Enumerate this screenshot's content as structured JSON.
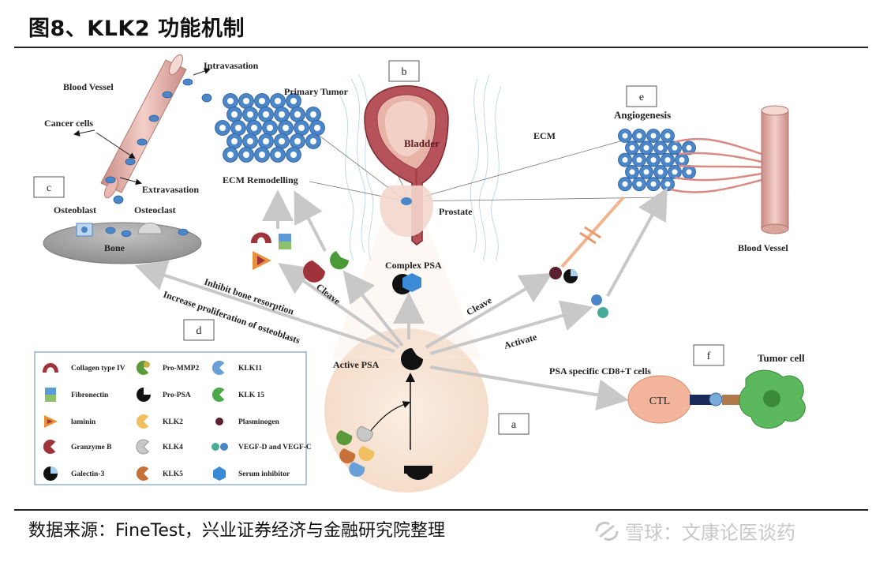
{
  "header": {
    "title": "图8、KLK2 功能机制"
  },
  "footer": {
    "source": "数据来源：FineTest，兴业证券经济与金融研究院整理"
  },
  "watermark": {
    "text": "雪球：文康论医谈药"
  },
  "diagram": {
    "panels": {
      "a": "a",
      "b": "b",
      "c": "c",
      "d": "d",
      "e": "e",
      "f": "f"
    },
    "labels": {
      "blood_vessel_left": "Blood Vessel",
      "intravasation": "Intravasation",
      "cancer_cells": "Cancer cells",
      "extravasation": "Extravasation",
      "primary_tumor": "Primary Tumor",
      "ecm_remodelling": "ECM Remodelling",
      "osteoblast": "Osteoblast",
      "osteoclast": "Osteoclast",
      "bone": "Bone",
      "bladder": "Bladder",
      "prostate": "Prostate",
      "ecm": "ECM",
      "angiogenesis": "Angiogenesis",
      "blood_vessel_right": "Blood Vessel",
      "complex_psa": "Complex PSA",
      "active_psa": "Active PSA",
      "cleave_left": "Cleave",
      "cleave_right": "Cleave",
      "activate": "Activate",
      "inhibit_bone": "Inhibit bone resorption",
      "increase_prolif": "Increase proliferation of osteoblasts",
      "psa_cd8": "PSA specific CD8+T cells",
      "ctl": "CTL",
      "tumor_cell": "Tumor cell"
    },
    "legend": [
      {
        "label": "Collagen type IV",
        "icon": "collagen-icon"
      },
      {
        "label": "Pro-MMP2",
        "icon": "pro-mmp2-icon"
      },
      {
        "label": "KLK11",
        "icon": "klk11-icon"
      },
      {
        "label": "Fibronectin",
        "icon": "fibronectin-icon"
      },
      {
        "label": "Pro-PSA",
        "icon": "pro-psa-icon"
      },
      {
        "label": "KLK 15",
        "icon": "klk15-icon"
      },
      {
        "label": "laminin",
        "icon": "laminin-icon"
      },
      {
        "label": "KLK2",
        "icon": "klk2-icon"
      },
      {
        "label": "Plasminogen",
        "icon": "plasminogen-icon"
      },
      {
        "label": "Granzyme B",
        "icon": "granzyme-b-icon"
      },
      {
        "label": "KLK4",
        "icon": "klk4-icon"
      },
      {
        "label": "VEGF-D and VEGF-C",
        "icon": "vegf-icon"
      },
      {
        "label": "Galectin-3",
        "icon": "galectin-3-icon"
      },
      {
        "label": "KLK5",
        "icon": "klk5-icon"
      },
      {
        "label": "Serum inhibitor",
        "icon": "serum-inhibitor-icon"
      }
    ],
    "colors": {
      "arrow": "#c8c8c8",
      "cell": "#4a86c8",
      "vessel": "#e8b8b0",
      "zone_a": "#f7e4d4",
      "bone": "#a0a0a0",
      "ctl": "#f2b49a",
      "tumor": "#5cb85c",
      "legend_border": "#7a9cc6"
    }
  }
}
